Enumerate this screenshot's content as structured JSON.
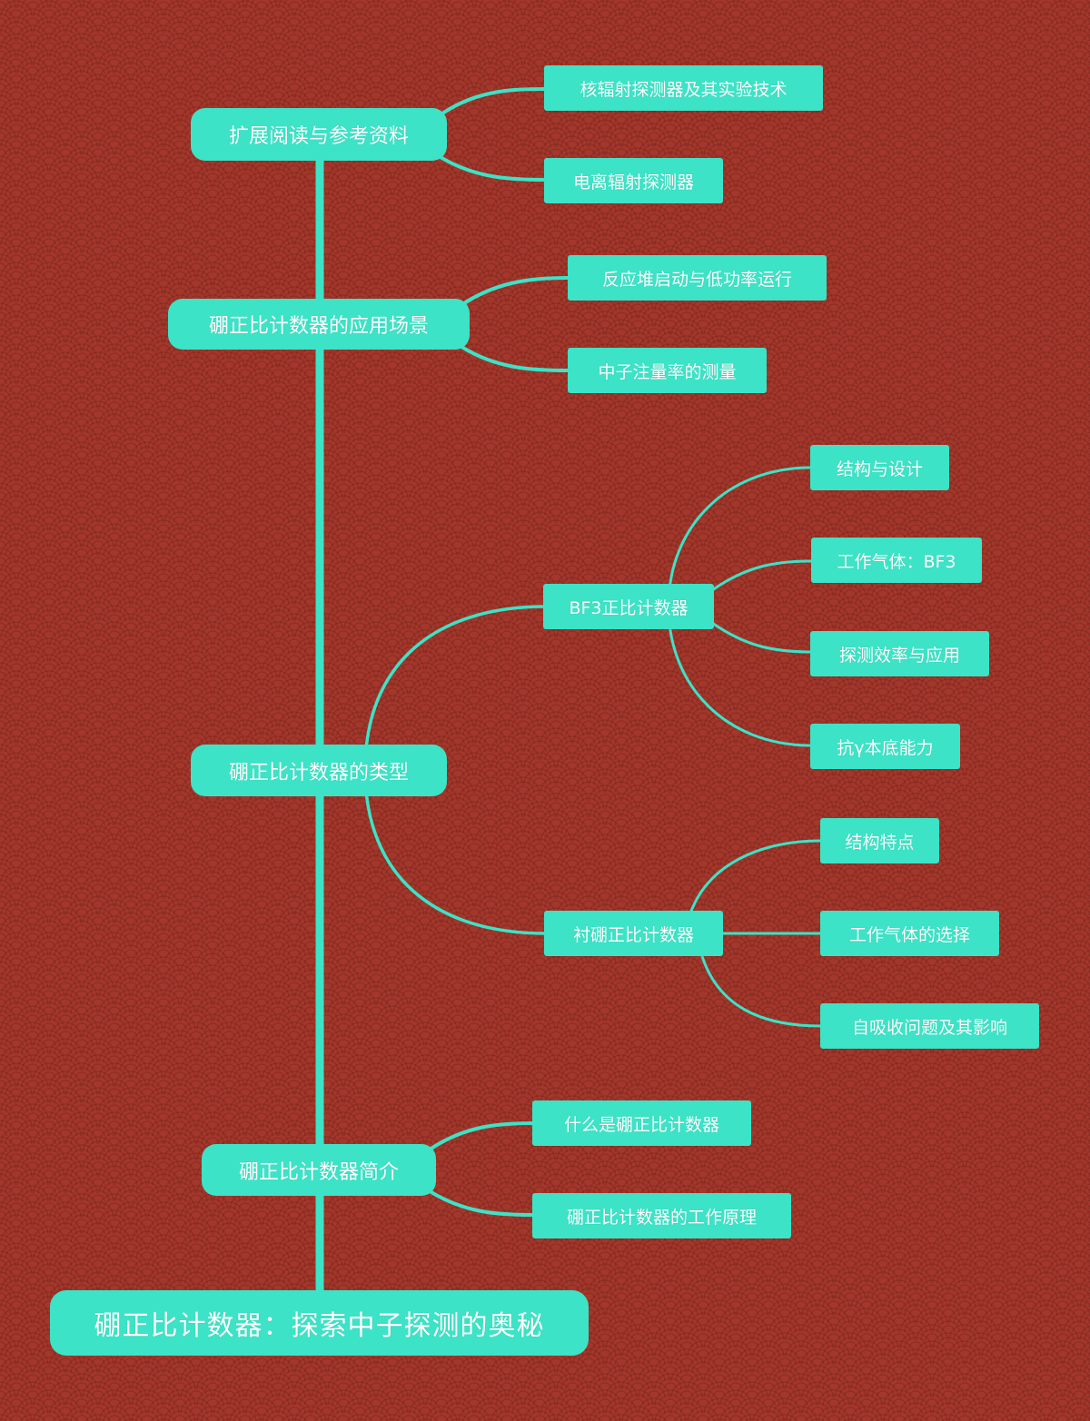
{
  "colors": {
    "background": "#a3372b",
    "node_fill": "#3ce3c7",
    "node_text": "#ffffff",
    "connector": "#3ce3c7"
  },
  "root": {
    "label": "硼正比计数器：探索中子探测的奥秘"
  },
  "branches": {
    "reading": {
      "label": "扩展阅读与参考资料",
      "children": [
        "核辐射探测器及其实验技术",
        "电离辐射探测器"
      ]
    },
    "applications": {
      "label": "硼正比计数器的应用场景",
      "children": [
        "反应堆启动与低功率运行",
        "中子注量率的测量"
      ]
    },
    "types": {
      "label": "硼正比计数器的类型",
      "bf3": {
        "label": "BF3正比计数器",
        "children": [
          "结构与设计",
          "工作气体：BF3",
          "探测效率与应用",
          "抗γ本底能力"
        ]
      },
      "lined": {
        "label": "衬硼正比计数器",
        "children": [
          "结构特点",
          "工作气体的选择",
          "自吸收问题及其影响"
        ]
      }
    },
    "intro": {
      "label": "硼正比计数器简介",
      "children": [
        "什么是硼正比计数器",
        "硼正比计数器的工作原理"
      ]
    }
  }
}
